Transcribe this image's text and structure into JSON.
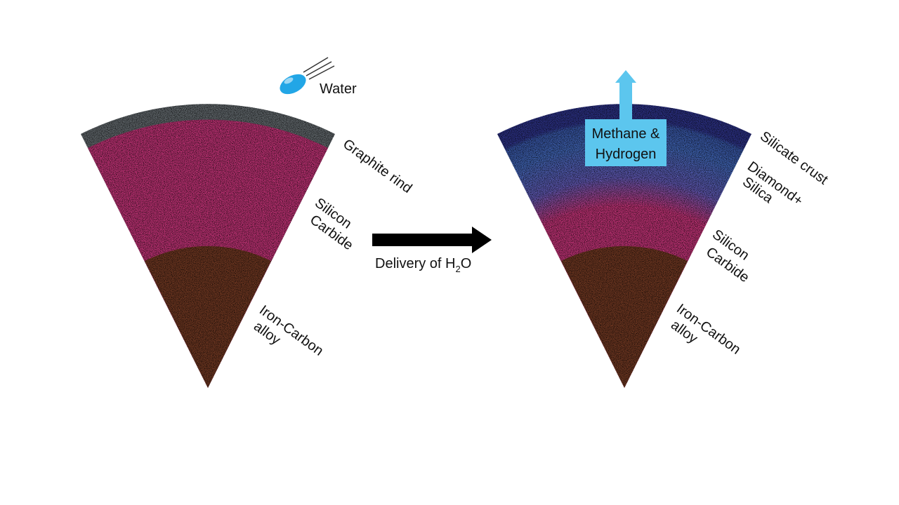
{
  "colors": {
    "graphite": "#5c6266",
    "silicon_carbide": "#b5306f",
    "iron_carbon": "#6a3520",
    "silicate_crust": "#2a2f7e",
    "diamond_silica": "#3c5ea8",
    "methane_arrow": "#5cc6ee",
    "water_drop": "#22a6e6",
    "delivery_arrow": "#000000"
  },
  "icons": {
    "water": "water-drop-icon",
    "delivery": "arrow-right-icon",
    "outgas": "arrow-up-icon"
  },
  "left": {
    "water_label": "Water",
    "graphite_label": "Graphite rind",
    "silicon_carbide_line1": "Silicon",
    "silicon_carbide_line2": "Carbide",
    "iron_carbon_line1": "Iron-Carbon",
    "iron_carbon_line2": "alloy"
  },
  "middle": {
    "delivery_label": "Delivery of H",
    "delivery_sub": "2",
    "delivery_tail": "O"
  },
  "right": {
    "methane_line1": "Methane &",
    "methane_line2": "Hydrogen",
    "silicate_label": "Silicate crust",
    "diamond_line1": "Diamond+",
    "diamond_line2": "Silica",
    "silicon_carbide_line1": "Silicon",
    "silicon_carbide_line2": "Carbide",
    "iron_carbon_line1": "Iron-Carbon",
    "iron_carbon_line2": "alloy"
  }
}
